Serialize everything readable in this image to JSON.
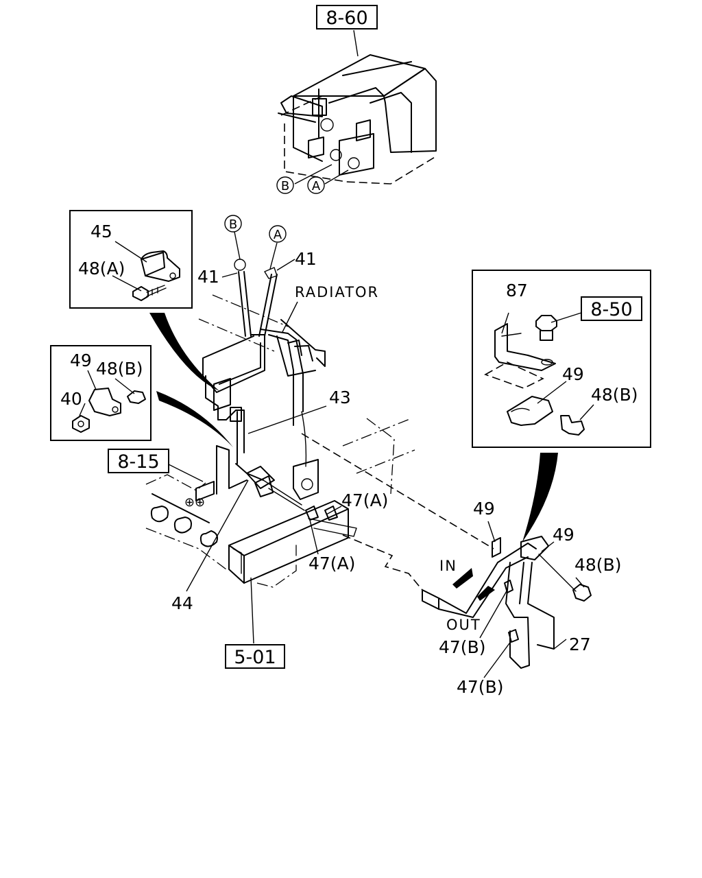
{
  "references": {
    "ref_8_60": "8-60",
    "ref_8_15": "8-15",
    "ref_5_01": "5-01",
    "ref_8_50": "8-50"
  },
  "connections": {
    "a": "A",
    "b": "B"
  },
  "text_labels": {
    "radiator": "RADIATOR",
    "in": "IN",
    "out": "OUT"
  },
  "part_labels": {
    "p27": "27",
    "p40": "40",
    "p41_left": "41",
    "p41_right": "41",
    "p43": "43",
    "p44": "44",
    "p45": "45",
    "p47a_upper": "47(A)",
    "p47a_lower": "47(A)",
    "p47b_upper": "47(B)",
    "p47b_lower": "47(B)",
    "p48a": "48(A)",
    "p48b_inset_left": "48(B)",
    "p48b_inset_right": "48(B)",
    "p48b_main": "48(B)",
    "p49_inset_left": "49",
    "p49_inset_right": "49",
    "p49_main_left": "49",
    "p49_main_right": "49",
    "p87": "87"
  }
}
